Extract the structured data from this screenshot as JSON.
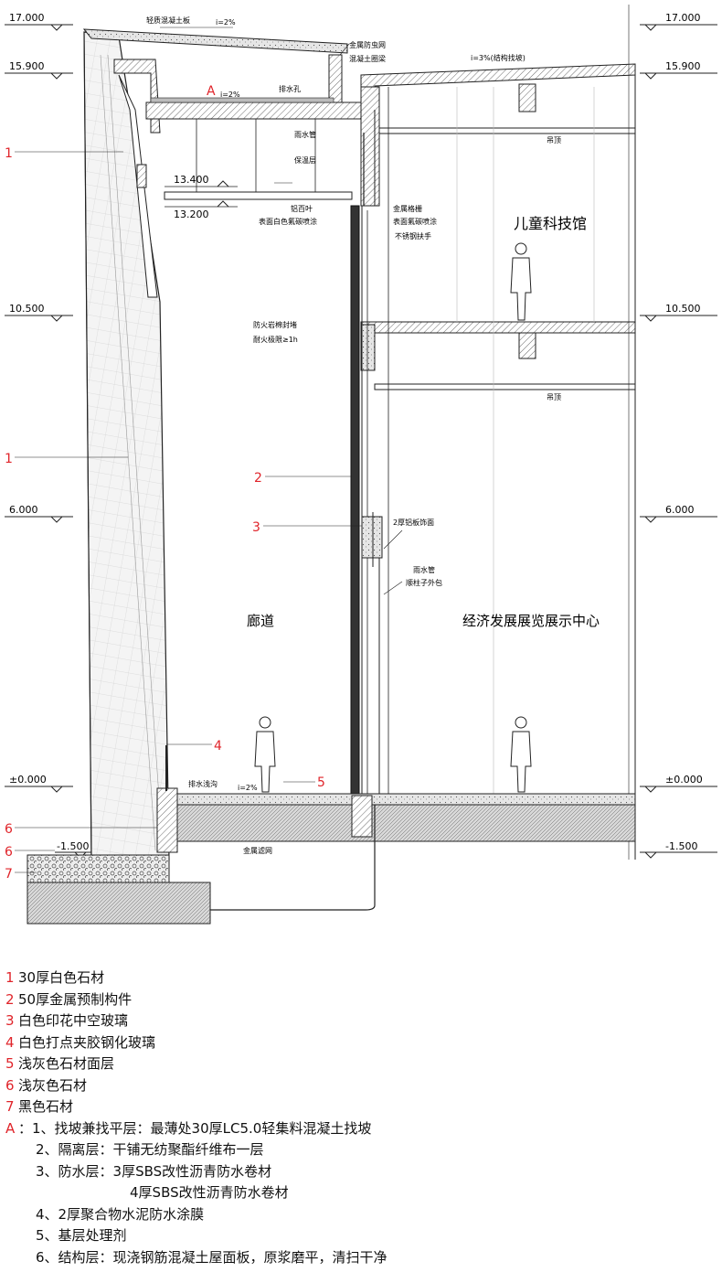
{
  "drawing": {
    "levels": {
      "l17000": "17.000",
      "l15900": "15.900",
      "l10500": "10.500",
      "l6000": "6.000",
      "l0000": "±0.000",
      "lm1500": "-1.500",
      "l13400": "13.400",
      "l13200": "13.200"
    },
    "rooms": {
      "kids": "儿童科技馆",
      "corridor": "廊道",
      "expo": "经济发展展览展示中心"
    },
    "callouts": {
      "light_concrete": "轻质混凝土板",
      "slope2_top": "i=2%",
      "insect_net": "金属防虫网",
      "ring_beam": "混凝土圈梁",
      "slope3": "i=3%(结构找坡)",
      "drain_hole": "排水孔",
      "slope2_a": "i=2%",
      "rain_pipe_top": "雨水管",
      "insulation": "保温层",
      "ceiling_top": "吊顶",
      "louver": "铝百叶",
      "louver_finish": "表面白色氟碳喷涂",
      "metal_grille": "金属格栅",
      "grille_finish": "表面氟碳喷涂",
      "handrail": "不锈钢扶手",
      "fire_seal": "防火岩棉封堵",
      "fire_rating": "耐火极限≥1h",
      "ceiling_mid": "吊顶",
      "alu_panel": "2厚铝板饰面",
      "rain_pipe": "雨水管",
      "pipe_wrap": "顺柱子外包",
      "gutter": "排水浅沟",
      "slope2_floor": "i=2%",
      "filter_net": "金属滤网"
    },
    "tags": {
      "t1a": "1",
      "t1b": "1",
      "t2": "2",
      "t3": "3",
      "t4": "4",
      "t5": "5",
      "t6a": "6",
      "t6b": "6",
      "t7": "7",
      "tA": "A"
    }
  },
  "legend": {
    "item1": {
      "num": "1",
      "text": "30厚白色石材"
    },
    "item2": {
      "num": "2",
      "text": "50厚金属预制构件"
    },
    "item3": {
      "num": "3",
      "text": "白色印花中空玻璃"
    },
    "item4": {
      "num": "4",
      "text": "白色打点夹胶钢化玻璃"
    },
    "item5": {
      "num": "5",
      "text": "浅灰色石材面层"
    },
    "item6": {
      "num": "6",
      "text": "浅灰色石材"
    },
    "item7": {
      "num": "7",
      "text": "黑色石材"
    },
    "itemA": {
      "num": "A",
      "lead": "：",
      "sub1": "1、找坡兼找平层：最薄处30厚LC5.0轻集料混凝土找坡",
      "sub2": "2、隔离层：干铺无纺聚酯纤维布一层",
      "sub3": "3、防水层：3厚SBS改性沥青防水卷材",
      "sub3b": "4厚SBS改性沥青防水卷材",
      "sub4": "4、2厚聚合物水泥防水涂膜",
      "sub5": "5、基层处理剂",
      "sub6": "6、结构层：现浇钢筋混凝土屋面板，原浆磨平，清扫干净"
    }
  },
  "colors": {
    "tag_red": "#e0242a",
    "line": "#1a1a1a",
    "hatch": "#555555"
  }
}
